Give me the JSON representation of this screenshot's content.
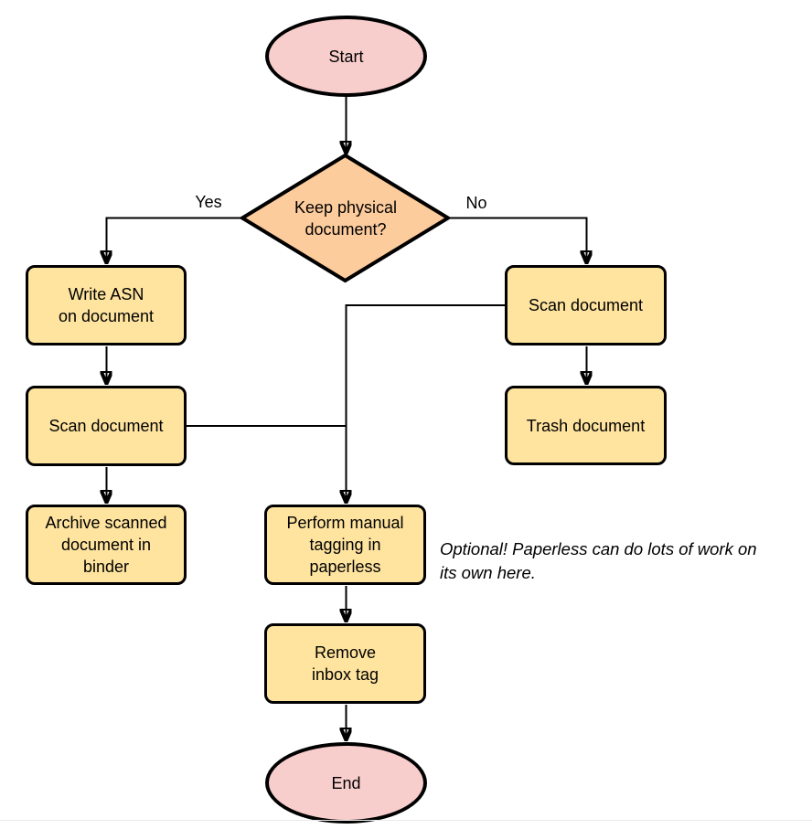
{
  "diagram": {
    "type": "flowchart",
    "nodes": {
      "start": {
        "label": "Start",
        "shape": "terminator",
        "fill": "#f8cecc"
      },
      "decision": {
        "label": "Keep physical\ndocument?",
        "shape": "decision",
        "fill": "#fdcc9d"
      },
      "write_asn": {
        "label": "Write ASN\non document",
        "shape": "process",
        "fill": "#ffe4a0"
      },
      "scan_left": {
        "label": "Scan document",
        "shape": "process",
        "fill": "#ffe4a0"
      },
      "archive": {
        "label": "Archive scanned\ndocument in\nbinder",
        "shape": "process",
        "fill": "#ffe4a0"
      },
      "scan_right": {
        "label": "Scan document",
        "shape": "process",
        "fill": "#ffe4a0"
      },
      "trash": {
        "label": "Trash document",
        "shape": "process",
        "fill": "#ffe4a0"
      },
      "tagging": {
        "label": "Perform manual\ntagging in\npaperless",
        "shape": "process",
        "fill": "#ffe4a0"
      },
      "remove_inbox": {
        "label": "Remove\ninbox tag",
        "shape": "process",
        "fill": "#ffe4a0"
      },
      "end": {
        "label": "End",
        "shape": "terminator",
        "fill": "#f8cecc"
      }
    },
    "edge_labels": {
      "yes": "Yes",
      "no": "No"
    },
    "note": {
      "text": "Optional! Paperless can do lots of work on\nits own here."
    },
    "colors": {
      "terminator_fill": "#f8cecc",
      "decision_fill": "#fdcc9d",
      "process_fill": "#ffe4a0",
      "stroke": "#000000"
    }
  }
}
